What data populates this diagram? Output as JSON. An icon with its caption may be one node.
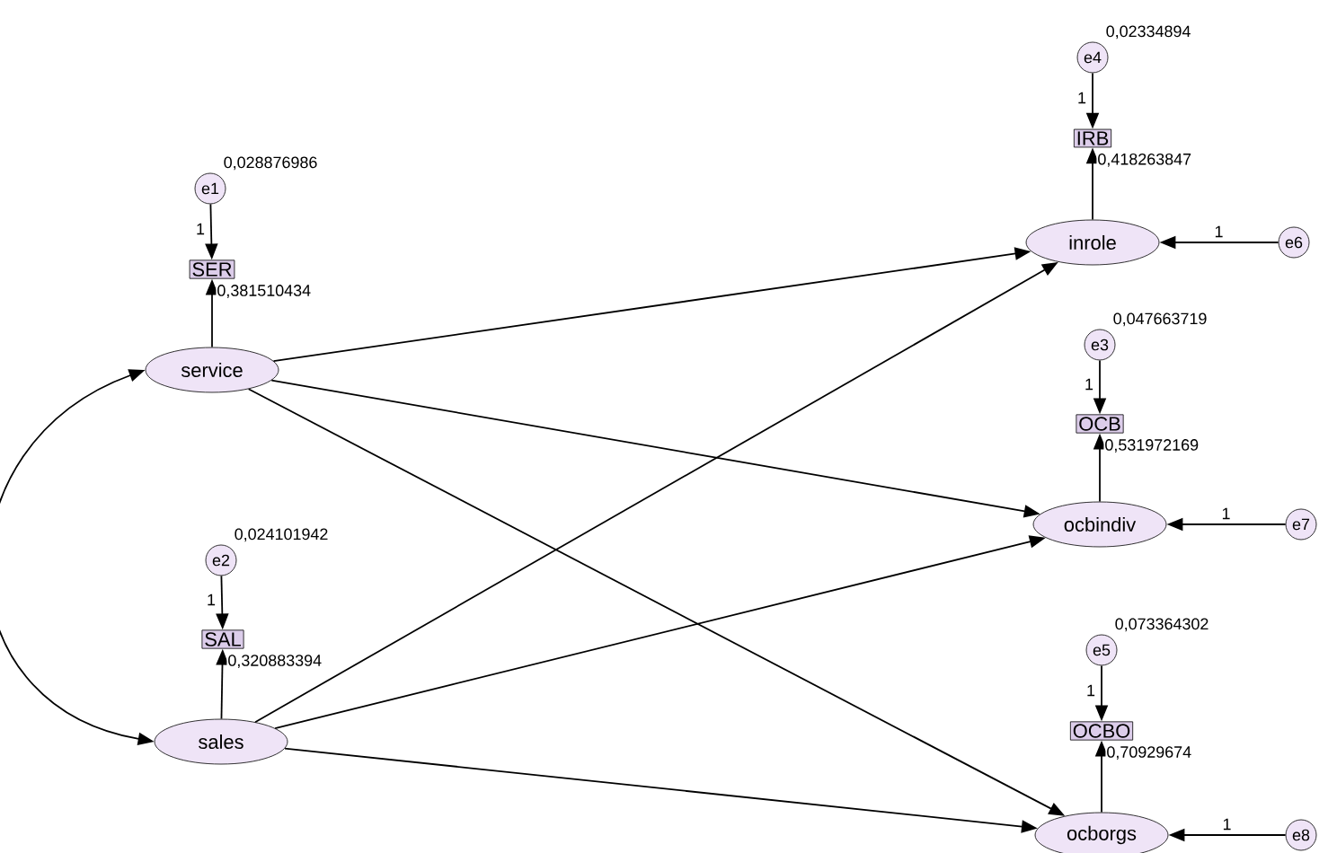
{
  "diagram": {
    "nodes": [
      {
        "text": [
          "e4"
        ],
        "beside": [
          "0,02334894"
        ]
      },
      {
        "text": [
          "IRB"
        ]
      },
      {
        "text": [
          "inrole"
        ]
      },
      {
        "text": [
          "e6"
        ]
      },
      {
        "text": [
          "e1"
        ],
        "beside": [
          "0,028876986"
        ]
      },
      {
        "text": [
          "SER"
        ]
      },
      {
        "text": [
          "service"
        ]
      },
      {
        "text": [
          "e3"
        ],
        "beside": [
          "0,047663719"
        ]
      },
      {
        "text": [
          "OCB"
        ]
      },
      {
        "text": [
          "ocbindiv"
        ]
      },
      {
        "text": [
          "e7"
        ]
      },
      {
        "text": [
          "e2"
        ],
        "beside": [
          "0,024101942"
        ]
      },
      {
        "text": [
          "SAL"
        ]
      },
      {
        "text": [
          "sales"
        ]
      },
      {
        "text": [
          "e5"
        ],
        "beside": [
          "0,073364302"
        ]
      },
      {
        "text": [
          "OCBO"
        ]
      },
      {
        "text": [
          "ocborgs"
        ]
      },
      {
        "text": [
          "e8"
        ]
      }
    ],
    "edges": [
      {
        "from": 0,
        "to": 1,
        "arrow": "to",
        "label": "1"
      },
      {
        "from": 2,
        "to": 1,
        "arrow": "to",
        "label": "0,418263847"
      },
      {
        "from": 3,
        "to": 2,
        "arrow": "to",
        "label": "1"
      },
      {
        "from": 4,
        "to": 5,
        "arrow": "to",
        "label": "1"
      },
      {
        "from": 6,
        "to": 5,
        "arrow": "to",
        "label": "0,381510434"
      },
      {
        "from": 7,
        "to": 8,
        "arrow": "to",
        "label": "1"
      },
      {
        "from": 9,
        "to": 8,
        "arrow": "to",
        "label": "0,531972169"
      },
      {
        "from": 10,
        "to": 9,
        "arrow": "to",
        "label": "1"
      },
      {
        "from": 11,
        "to": 12,
        "arrow": "to",
        "label": "1"
      },
      {
        "from": 13,
        "to": 12,
        "arrow": "to",
        "label": "0,320883394"
      },
      {
        "from": 14,
        "to": 15,
        "arrow": "to",
        "label": "1"
      },
      {
        "from": 16,
        "to": 15,
        "arrow": "to",
        "label": "0,70929674"
      },
      {
        "from": 17,
        "to": 16,
        "arrow": "to",
        "label": "1"
      },
      {
        "from": 6,
        "to": 13,
        "arrow": "both"
      },
      {
        "from": 6,
        "to": 2,
        "arrow": "to"
      },
      {
        "from": 6,
        "to": 9,
        "arrow": "to"
      },
      {
        "from": 6,
        "to": 16,
        "arrow": "to"
      },
      {
        "from": 13,
        "to": 2,
        "arrow": "to"
      },
      {
        "from": 13,
        "to": 9,
        "arrow": "to"
      },
      {
        "from": 13,
        "to": 16,
        "arrow": "to"
      }
    ]
  }
}
